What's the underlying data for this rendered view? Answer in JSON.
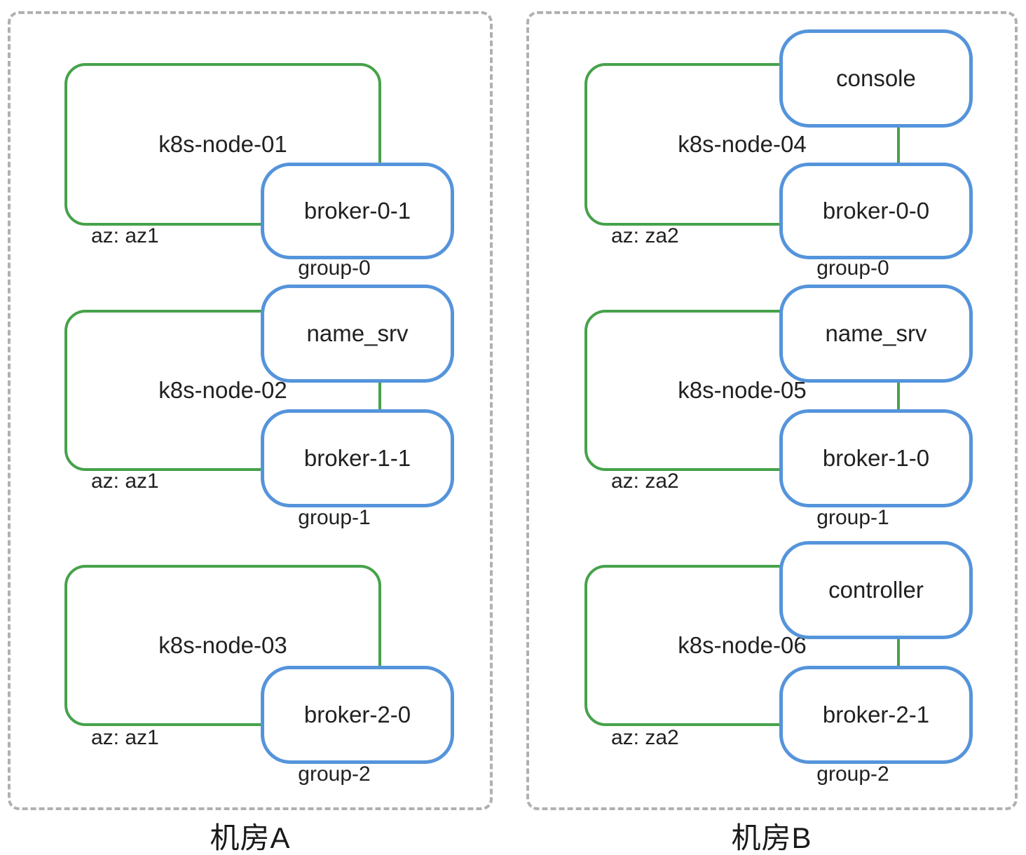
{
  "rooms": [
    {
      "label": "机房A",
      "nodes": [
        {
          "name": "k8s-node-01",
          "az": "az: az1",
          "group": "group-0",
          "pod_bottom": "broker-0-1"
        },
        {
          "name": "k8s-node-02",
          "az": "az: az1",
          "group": "group-1",
          "pod_top": "name_srv",
          "pod_bottom": "broker-1-1"
        },
        {
          "name": "k8s-node-03",
          "az": "az: az1",
          "group": "group-2",
          "pod_bottom": "broker-2-0"
        }
      ]
    },
    {
      "label": "机房B",
      "nodes": [
        {
          "name": "k8s-node-04",
          "az": "az: za2",
          "group": "group-0",
          "pod_top": "console",
          "pod_bottom": "broker-0-0"
        },
        {
          "name": "k8s-node-05",
          "az": "az: za2",
          "group": "group-1",
          "pod_top": "name_srv",
          "pod_bottom": "broker-1-0"
        },
        {
          "name": "k8s-node-06",
          "az": "az: za2",
          "group": "group-2",
          "pod_top": "controller",
          "pod_bottom": "broker-2-1"
        }
      ]
    }
  ],
  "colors": {
    "node_border_green": "#46a24a",
    "pod_border_blue": "#5594db",
    "room_border_gray": "#b0b0b0",
    "text": "#212121"
  }
}
